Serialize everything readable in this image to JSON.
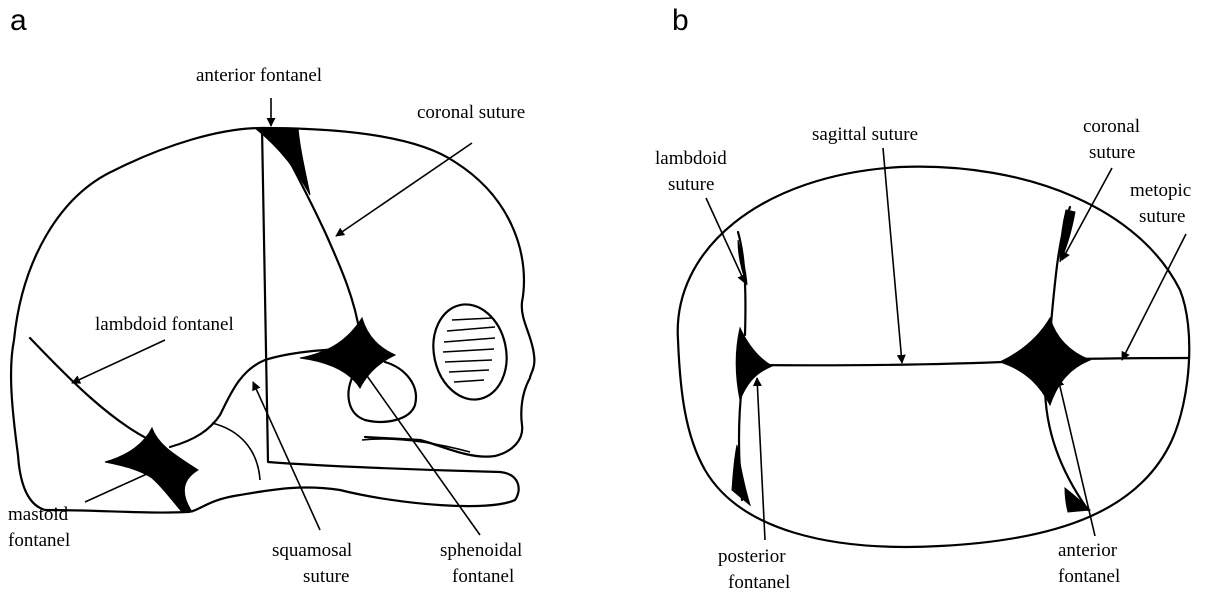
{
  "panels": {
    "a": {
      "letter": "a",
      "labels": {
        "anterior_fontanel": "anterior  fontanel",
        "coronal_suture": "coronal suture",
        "lambdoid_fontanel": "lambdoid fontanel",
        "mastoid_line1": "mastoid",
        "mastoid_line2": "fontanel",
        "squamosal_line1": "squamosal",
        "squamosal_line2": "suture",
        "sphenoidal_line1": "sphenoidal",
        "sphenoidal_line2": "fontanel"
      }
    },
    "b": {
      "letter": "b",
      "labels": {
        "lambdoid_line1": "lambdoid",
        "lambdoid_line2": "suture",
        "sagittal_suture": "sagittal  suture",
        "coronal_line1": "coronal",
        "coronal_line2": "suture",
        "metopic_line1": "metopic",
        "metopic_line2": "suture",
        "posterior_line1": "posterior",
        "posterior_line2": "fontanel",
        "anterior_line1": "anterior",
        "anterior_line2": "fontanel"
      }
    }
  }
}
